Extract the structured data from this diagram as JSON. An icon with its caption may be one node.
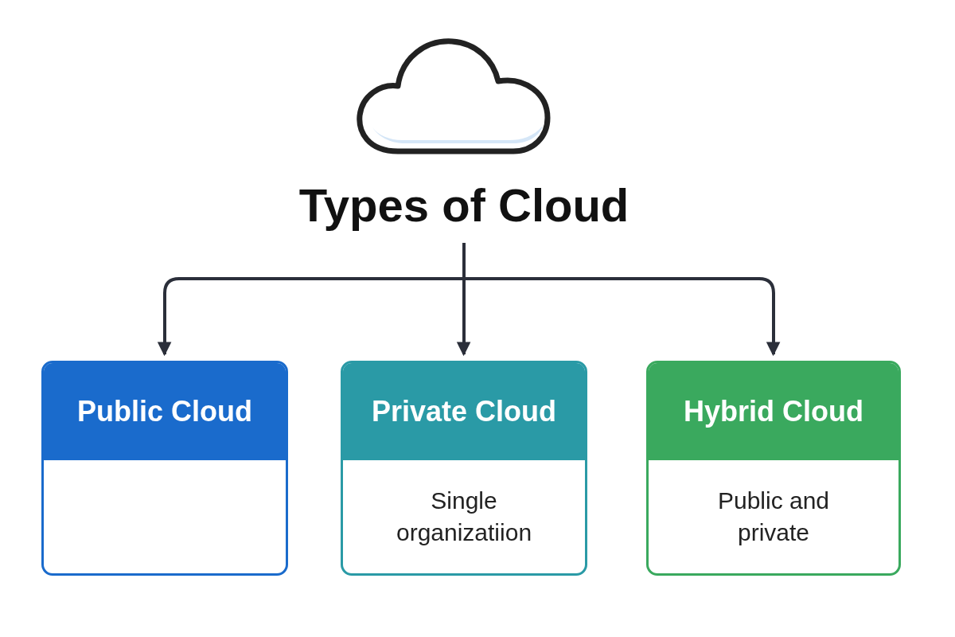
{
  "diagram": {
    "nodes": [
      {
        "text": [
          "Types of Cloud"
        ]
      },
      {
        "text": [
          "Public Cloud"
        ]
      },
      {
        "text": [
          "Private Cloud",
          "Single organizatiion"
        ]
      },
      {
        "text": [
          "Hybrid Cloud",
          "Public and private"
        ]
      }
    ],
    "edges": [
      {
        "from": 0,
        "to": 1,
        "arrow": "to"
      },
      {
        "from": 0,
        "to": 2,
        "arrow": "to"
      },
      {
        "from": 0,
        "to": 3,
        "arrow": "to"
      }
    ]
  }
}
